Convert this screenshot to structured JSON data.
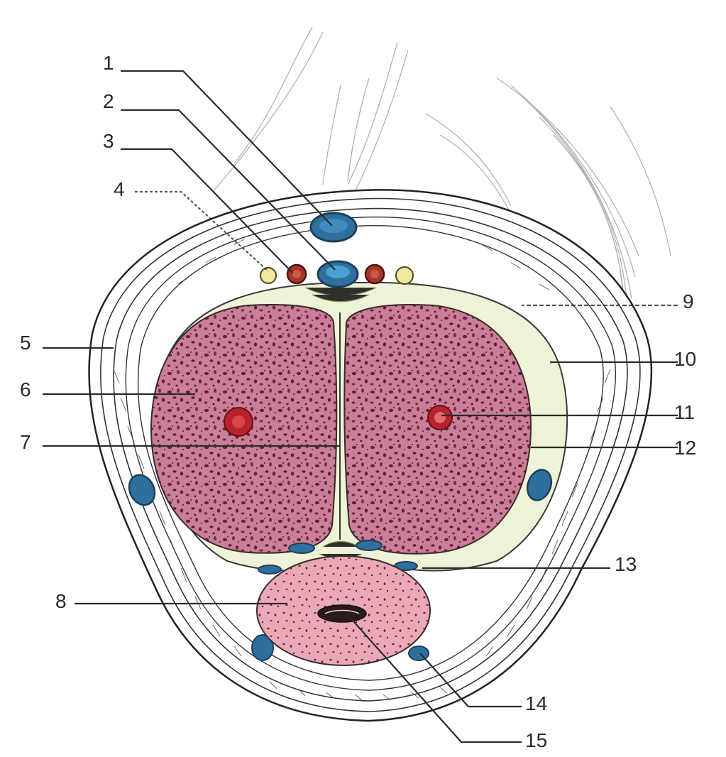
{
  "figure": {
    "labels": [
      "1",
      "2",
      "3",
      "4",
      "5",
      "6",
      "7",
      "8",
      "9",
      "10",
      "11",
      "12",
      "13",
      "14",
      "15"
    ],
    "colors": {
      "cavernous_tissue": "#c97f98",
      "cavernous_dots": "#6b1f3a",
      "tunica": "#eef2d6",
      "spongy_body": "#e9a7b5",
      "vein": "#2e6f9e",
      "artery": "#a9352a",
      "nerve": "#f2e8a0",
      "deep_artery": "#b8222c",
      "fascia_lines": "#333333"
    },
    "icons": [
      "deep-dorsal-vein-icon",
      "dorsal-artery-icon",
      "dorsal-nerve-icon",
      "deep-artery-icon",
      "urethra-icon"
    ]
  }
}
